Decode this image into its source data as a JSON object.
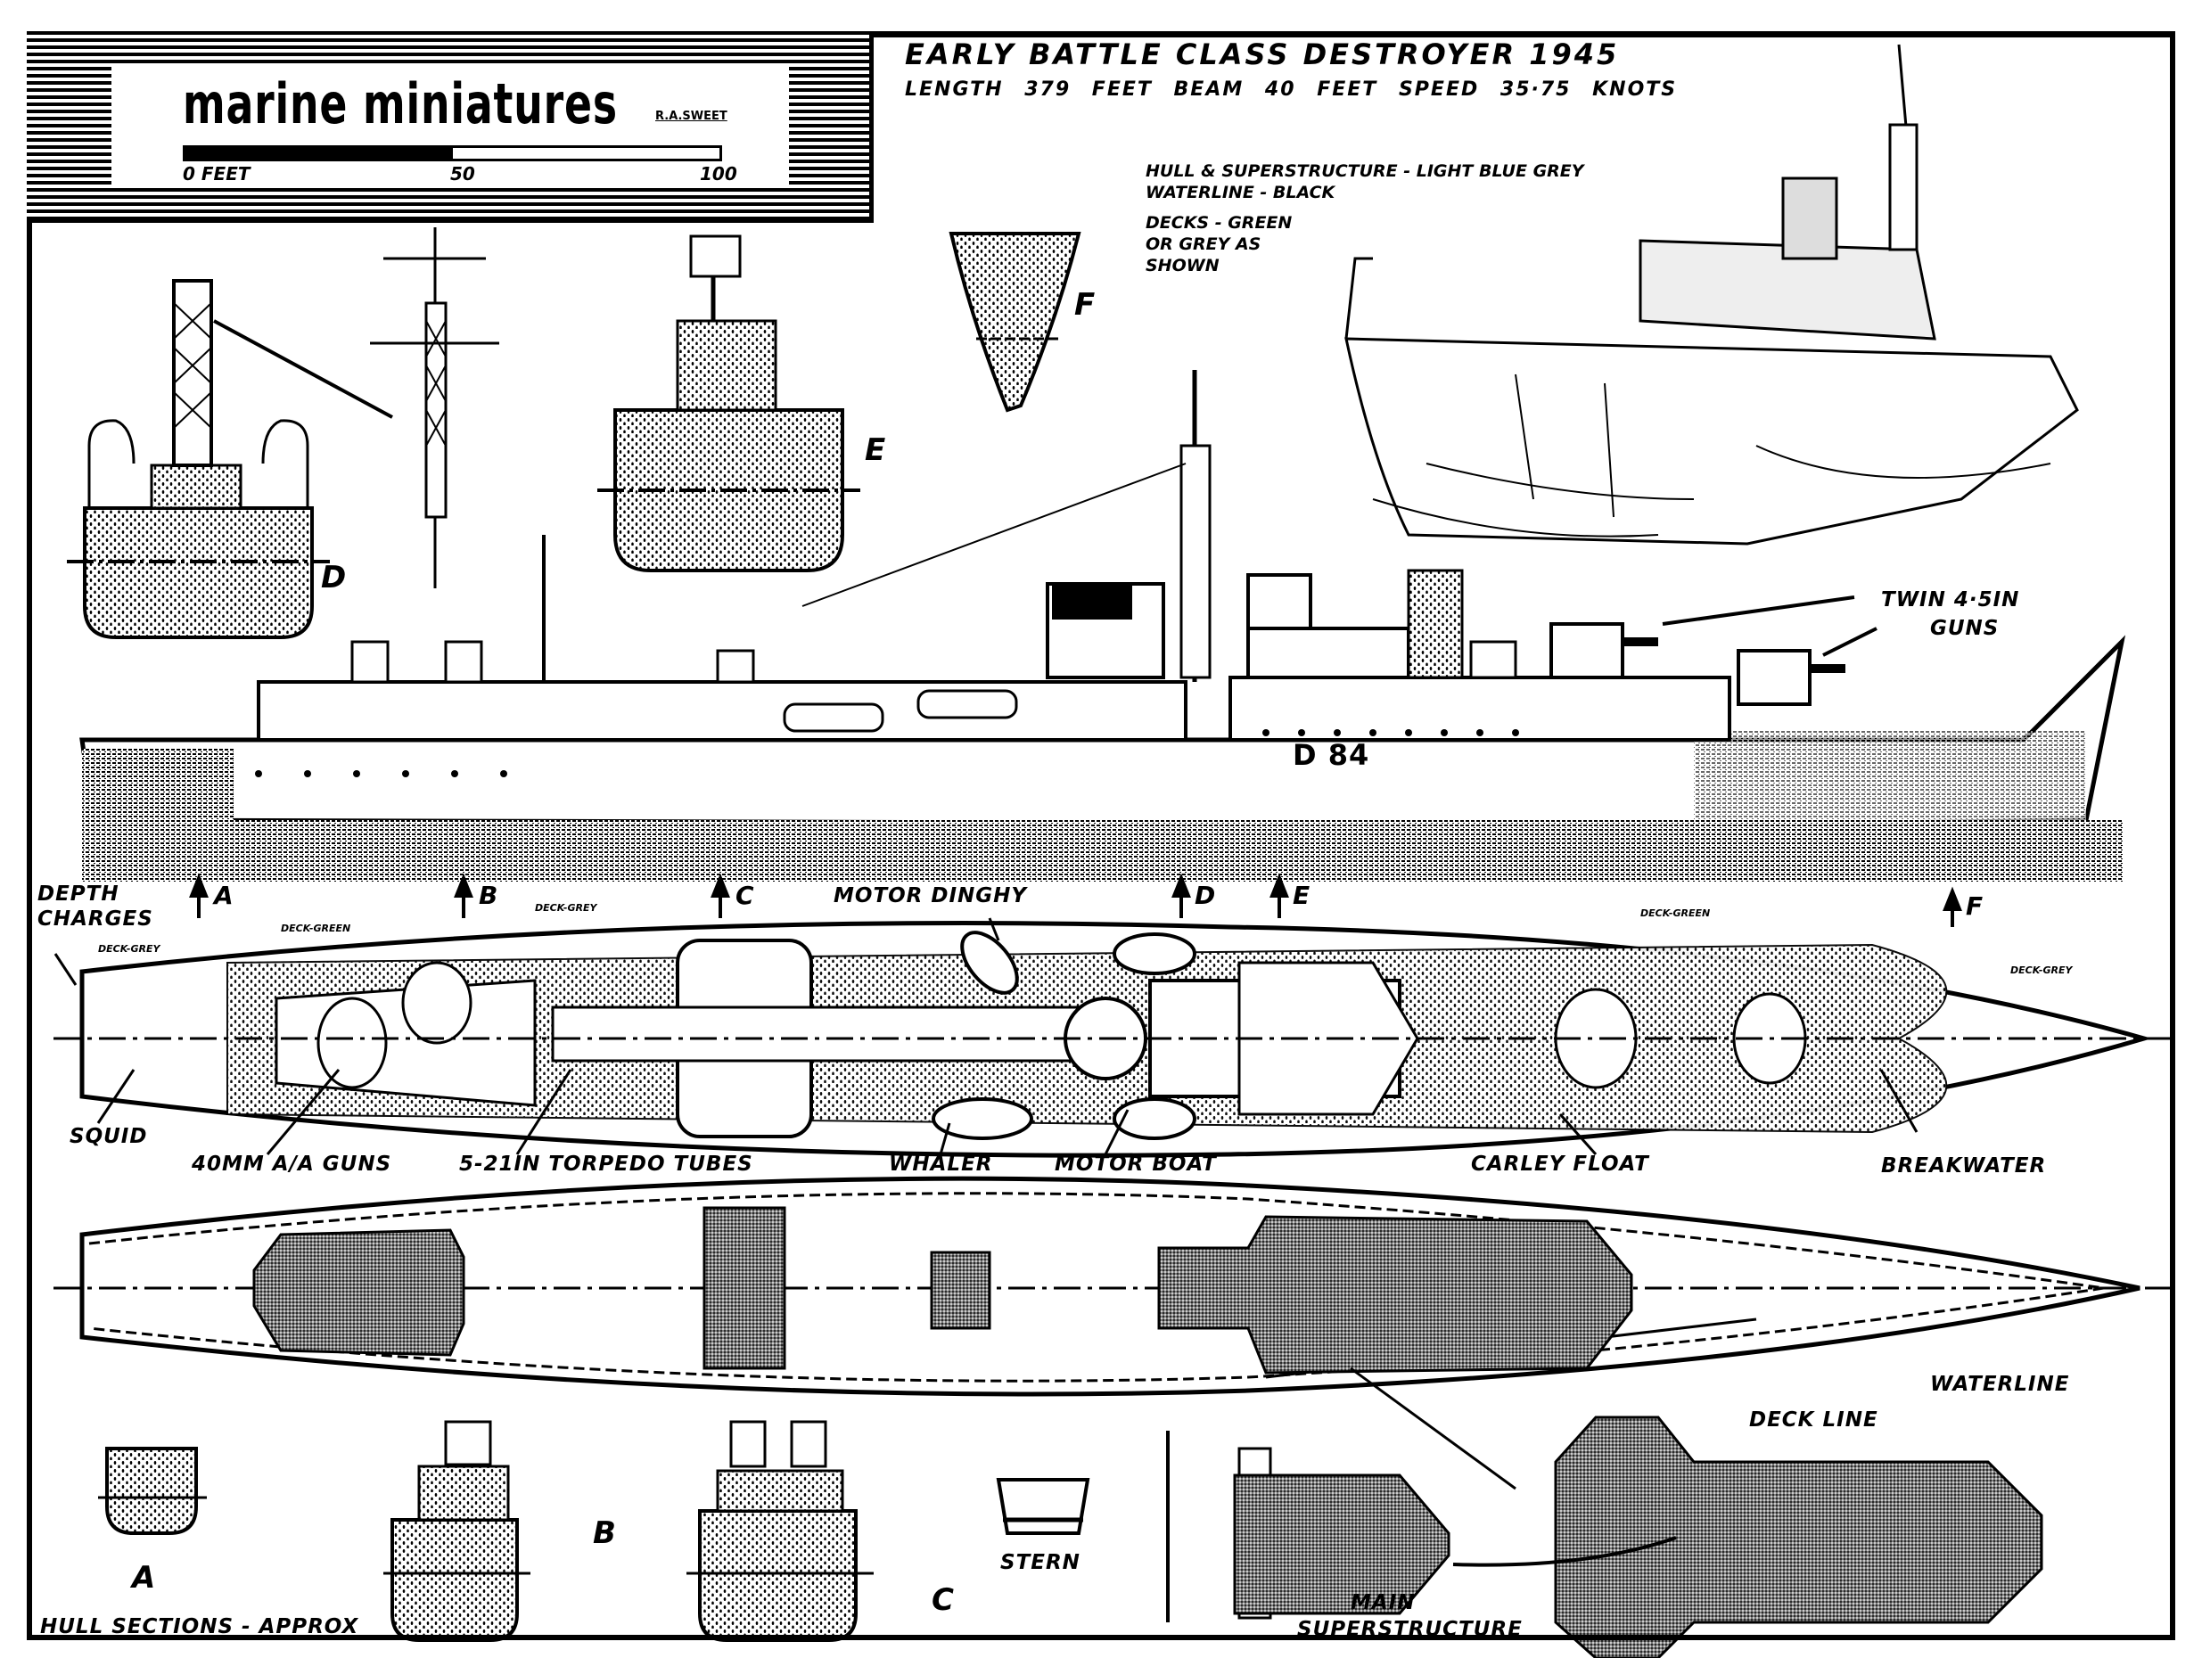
{
  "title_block": {
    "brand": "marine miniatures",
    "author": "R.A.SWEET",
    "scale": {
      "unit_label": "0 FEET",
      "mid_label": "50",
      "end_label": "100",
      "max_feet": 100
    }
  },
  "heading": {
    "title": "EARLY BATTLE CLASS DESTROYER 1945",
    "specs": "LENGTH 379 FEET   BEAM 40 FEET   SPEED 35·75 KNOTS",
    "length_ft": 379,
    "beam_ft": 40,
    "speed_knots": 35.75,
    "year": 1945
  },
  "colour_notes": [
    "HULL & SUPERSTRUCTURE - LIGHT BLUE GREY",
    "WATERLINE - BLACK",
    "DECKS - GREEN",
    "OR GREY AS",
    "SHOWN"
  ],
  "side_profile": {
    "pennant_number": "D 84",
    "gun_callout": [
      "TWIN 4·5IN",
      "GUNS"
    ]
  },
  "section_markers": [
    "A",
    "B",
    "C",
    "D",
    "E",
    "F"
  ],
  "upper_sections": [
    {
      "id": "D",
      "label": "D"
    },
    {
      "id": "E",
      "label": "E"
    },
    {
      "id": "F",
      "label": "F"
    }
  ],
  "deck_plan": {
    "callouts": {
      "depth_charges": [
        "DEPTH",
        "CHARGES"
      ],
      "motor_dinghy": "MOTOR DINGHY",
      "squid": "SQUID",
      "aa_guns": "40MM A/A GUNS",
      "torpedo_tubes": "5-21IN TORPEDO TUBES",
      "whaler": "WHALER",
      "motor_boat": "MOTOR BOAT",
      "carley_float": "CARLEY FLOAT",
      "breakwater": "BREAKWATER"
    },
    "deck_notes": [
      "DECK-GREY",
      "DECK-GREEN",
      "DECK-GREY",
      "DECK-GREEN",
      "DECK-GREY"
    ]
  },
  "hull_plan": {
    "waterline": "WATERLINE",
    "deck_line": "DECK LINE"
  },
  "hull_sections": {
    "caption": "HULL SECTIONS - APPROX",
    "items": [
      "A",
      "B",
      "C",
      "STERN"
    ]
  },
  "superstructure": {
    "caption": [
      "MAIN",
      "SUPERSTRUCTURE"
    ]
  }
}
